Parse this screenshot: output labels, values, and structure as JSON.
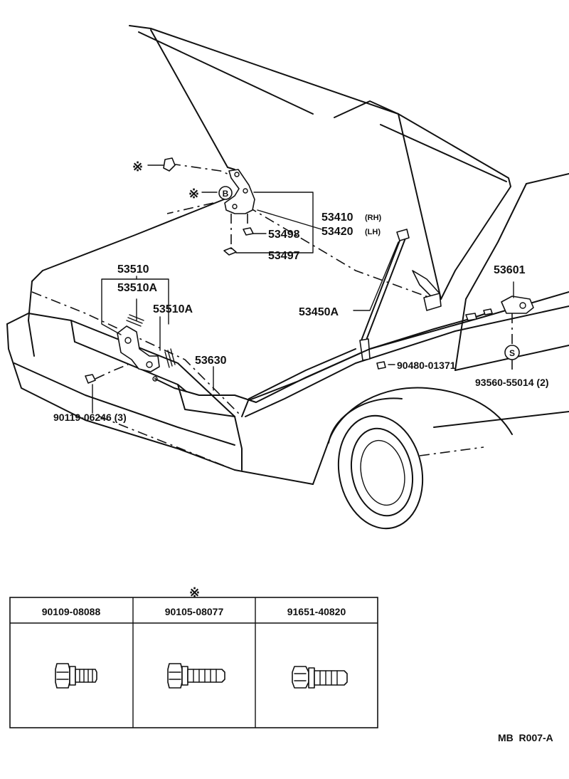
{
  "callouts": {
    "hinge_rh": "53410",
    "hinge_rh_side": "(RH)",
    "hinge_lh": "53420",
    "hinge_lh_side": "(LH)",
    "p53498": "53498",
    "p53497": "53497",
    "lock": "53510",
    "lock_a1": "53510A",
    "lock_a2": "53510A",
    "support_rod": "53450A",
    "cable": "53630",
    "lever": "53601",
    "clip": "90480-01371",
    "screw": "93560-55014 (2)",
    "bolt": "90119-06246 (3)"
  },
  "symbols": {
    "asterisk": "※",
    "circle_b": "B",
    "circle_s": "S"
  },
  "table": {
    "mark": "※",
    "columns": [
      {
        "part_no": "90109-08088"
      },
      {
        "part_no": "90105-08077"
      },
      {
        "part_no": "91651-40820"
      }
    ]
  },
  "footer": {
    "ref": "MB  R007-A"
  }
}
